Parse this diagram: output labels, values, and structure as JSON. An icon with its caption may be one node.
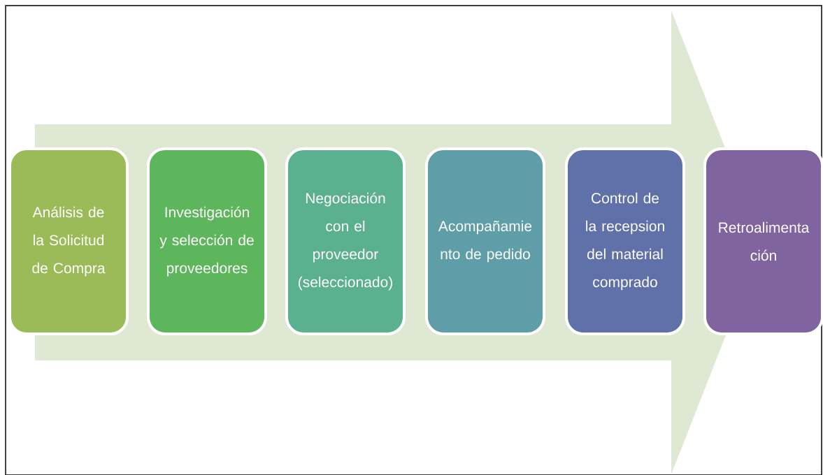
{
  "diagram": {
    "nodes": [
      {
        "text": [
          "Análisis de la Solicitud de Compra"
        ]
      },
      {
        "text": [
          "Investigación y selección de proveedores"
        ]
      },
      {
        "text": [
          "Negociación con el proveedor (seleccionado)"
        ]
      },
      {
        "text": [
          "Acompañamie nto de pedido"
        ]
      },
      {
        "text": [
          "Control de la recepsion del material comprado"
        ]
      },
      {
        "text": [
          "Retroalimenta ción"
        ]
      }
    ]
  }
}
